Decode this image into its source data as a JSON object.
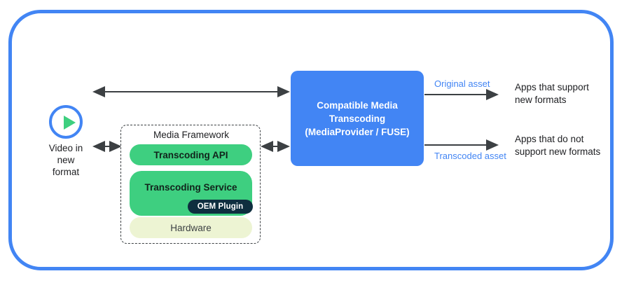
{
  "diagram": {
    "frame": {
      "name": "outer-frame",
      "color": "#4285F4"
    },
    "source": {
      "icon": "play-circle-icon",
      "caption": "Video in\nnew\nformat"
    },
    "media_framework": {
      "title": "Media Framework",
      "layers": [
        {
          "label": "Transcoding API",
          "color": "#3ECF80"
        },
        {
          "label": "Transcoding Service",
          "color": "#3ECF80"
        },
        {
          "label": "Hardware",
          "color": "#EDF4D3"
        }
      ],
      "badge": {
        "label": "OEM Plugin",
        "color": "#0E2E3F"
      }
    },
    "center": {
      "label": "Compatible Media\nTranscoding\n(MediaProvider / FUSE)",
      "color": "#4285F4"
    },
    "outputs": [
      {
        "edge_label": "Original asset",
        "edge_label_color": "#4285F4",
        "target": "Apps that support\nnew formats"
      },
      {
        "edge_label": "Transcoded asset",
        "edge_label_color": "#4285F4",
        "target": "Apps that do not\nsupport new formats"
      }
    ],
    "connectors": [
      {
        "name": "video-to-center-bypass",
        "type": "bidirectional"
      },
      {
        "name": "video-to-media-framework",
        "type": "bidirectional"
      },
      {
        "name": "media-framework-to-center",
        "type": "bidirectional"
      },
      {
        "name": "center-to-apps-support",
        "type": "unidirectional"
      },
      {
        "name": "center-to-apps-nosupport",
        "type": "unidirectional"
      }
    ]
  }
}
